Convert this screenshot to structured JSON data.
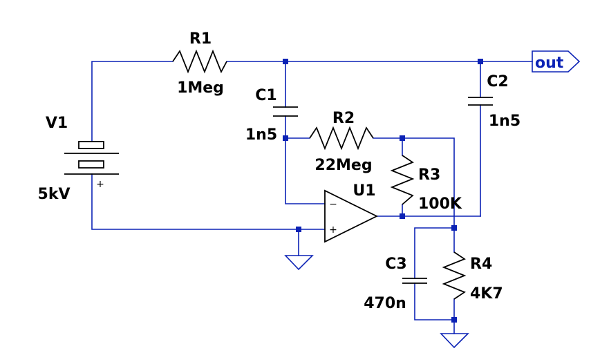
{
  "components": {
    "R1": {
      "ref": "R1",
      "value": "1Meg"
    },
    "R2": {
      "ref": "R2",
      "value": "22Meg"
    },
    "R3": {
      "ref": "R3",
      "value": "100K"
    },
    "R4": {
      "ref": "R4",
      "value": "4K7"
    },
    "C1": {
      "ref": "C1",
      "value": "1n5"
    },
    "C2": {
      "ref": "C2",
      "value": "1n5"
    },
    "C3": {
      "ref": "C3",
      "value": "470n"
    },
    "V1": {
      "ref": "V1",
      "value": "5kV"
    },
    "U1": {
      "ref": "U1"
    }
  },
  "pins": {
    "minus": "−",
    "plus": "+",
    "v1_plus": "+"
  },
  "net_label": "out",
  "colors": {
    "wire": "#0b22b5",
    "component": "#000000",
    "background": "#ffffff"
  }
}
